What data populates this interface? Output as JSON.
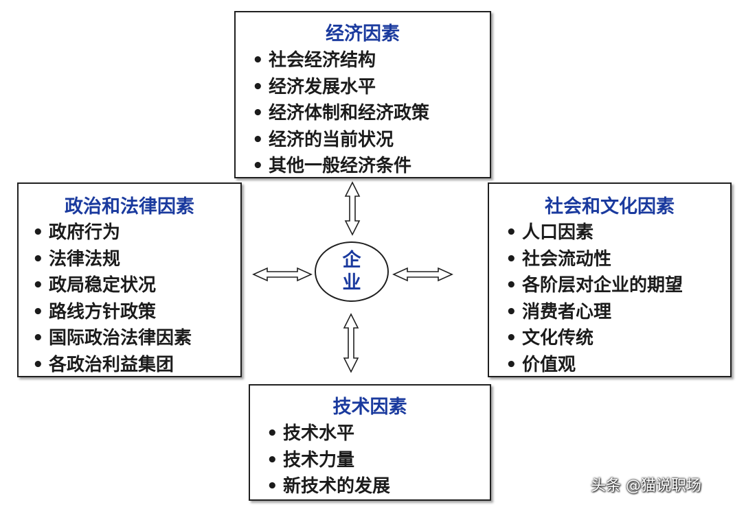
{
  "economic": {
    "title": "经济因素",
    "items": [
      "社会经济结构",
      "经济发展水平",
      "经济体制和经济政策",
      "经济的当前状况",
      "其他一般经济条件"
    ]
  },
  "political": {
    "title": "政治和法律因素",
    "items": [
      "政府行为",
      "法律法规",
      "政局稳定状况",
      "路线方针政策",
      "国际政治法律因素",
      "各政治利益集团"
    ]
  },
  "social": {
    "title": "社会和文化因素",
    "items": [
      "人口因素",
      "社会流动性",
      "各阶层对企业的期望",
      "消费者心理",
      "文化传统",
      "价值观"
    ]
  },
  "technology": {
    "title": "技术因素",
    "items": [
      "技术水平",
      "技术力量",
      "新技术的发展"
    ]
  },
  "center": {
    "line1": "企",
    "line2": "业"
  },
  "bullet": "•",
  "watermark": "头条 @猫说职场",
  "colors": {
    "title": "#1a3a9e",
    "text": "#1b1b1b",
    "border": "#1f1f1f"
  }
}
